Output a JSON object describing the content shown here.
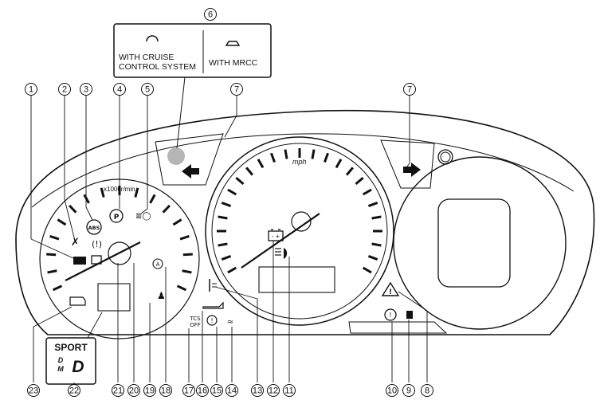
{
  "callout": {
    "cruise_label": "WITH CRUISE CONTROL SYSTEM",
    "mrcc_label": "WITH MRCC"
  },
  "gauges": {
    "tacho_unit": "x1000r/min",
    "speed_unit": "mph"
  },
  "indicators": {
    "abs": "ABS",
    "parking": "P",
    "auto": "A",
    "tcs": "TCS",
    "tcs_off": "OFF",
    "sport": "SPORT",
    "gear_d": "D",
    "gear_m": "M",
    "gear_digit": "D"
  },
  "callout_numbers": [
    "1",
    "2",
    "3",
    "4",
    "5",
    "6",
    "7",
    "7",
    "8",
    "9",
    "10",
    "11",
    "12",
    "13",
    "14",
    "15",
    "16",
    "17",
    "18",
    "19",
    "20",
    "21",
    "22",
    "23"
  ]
}
